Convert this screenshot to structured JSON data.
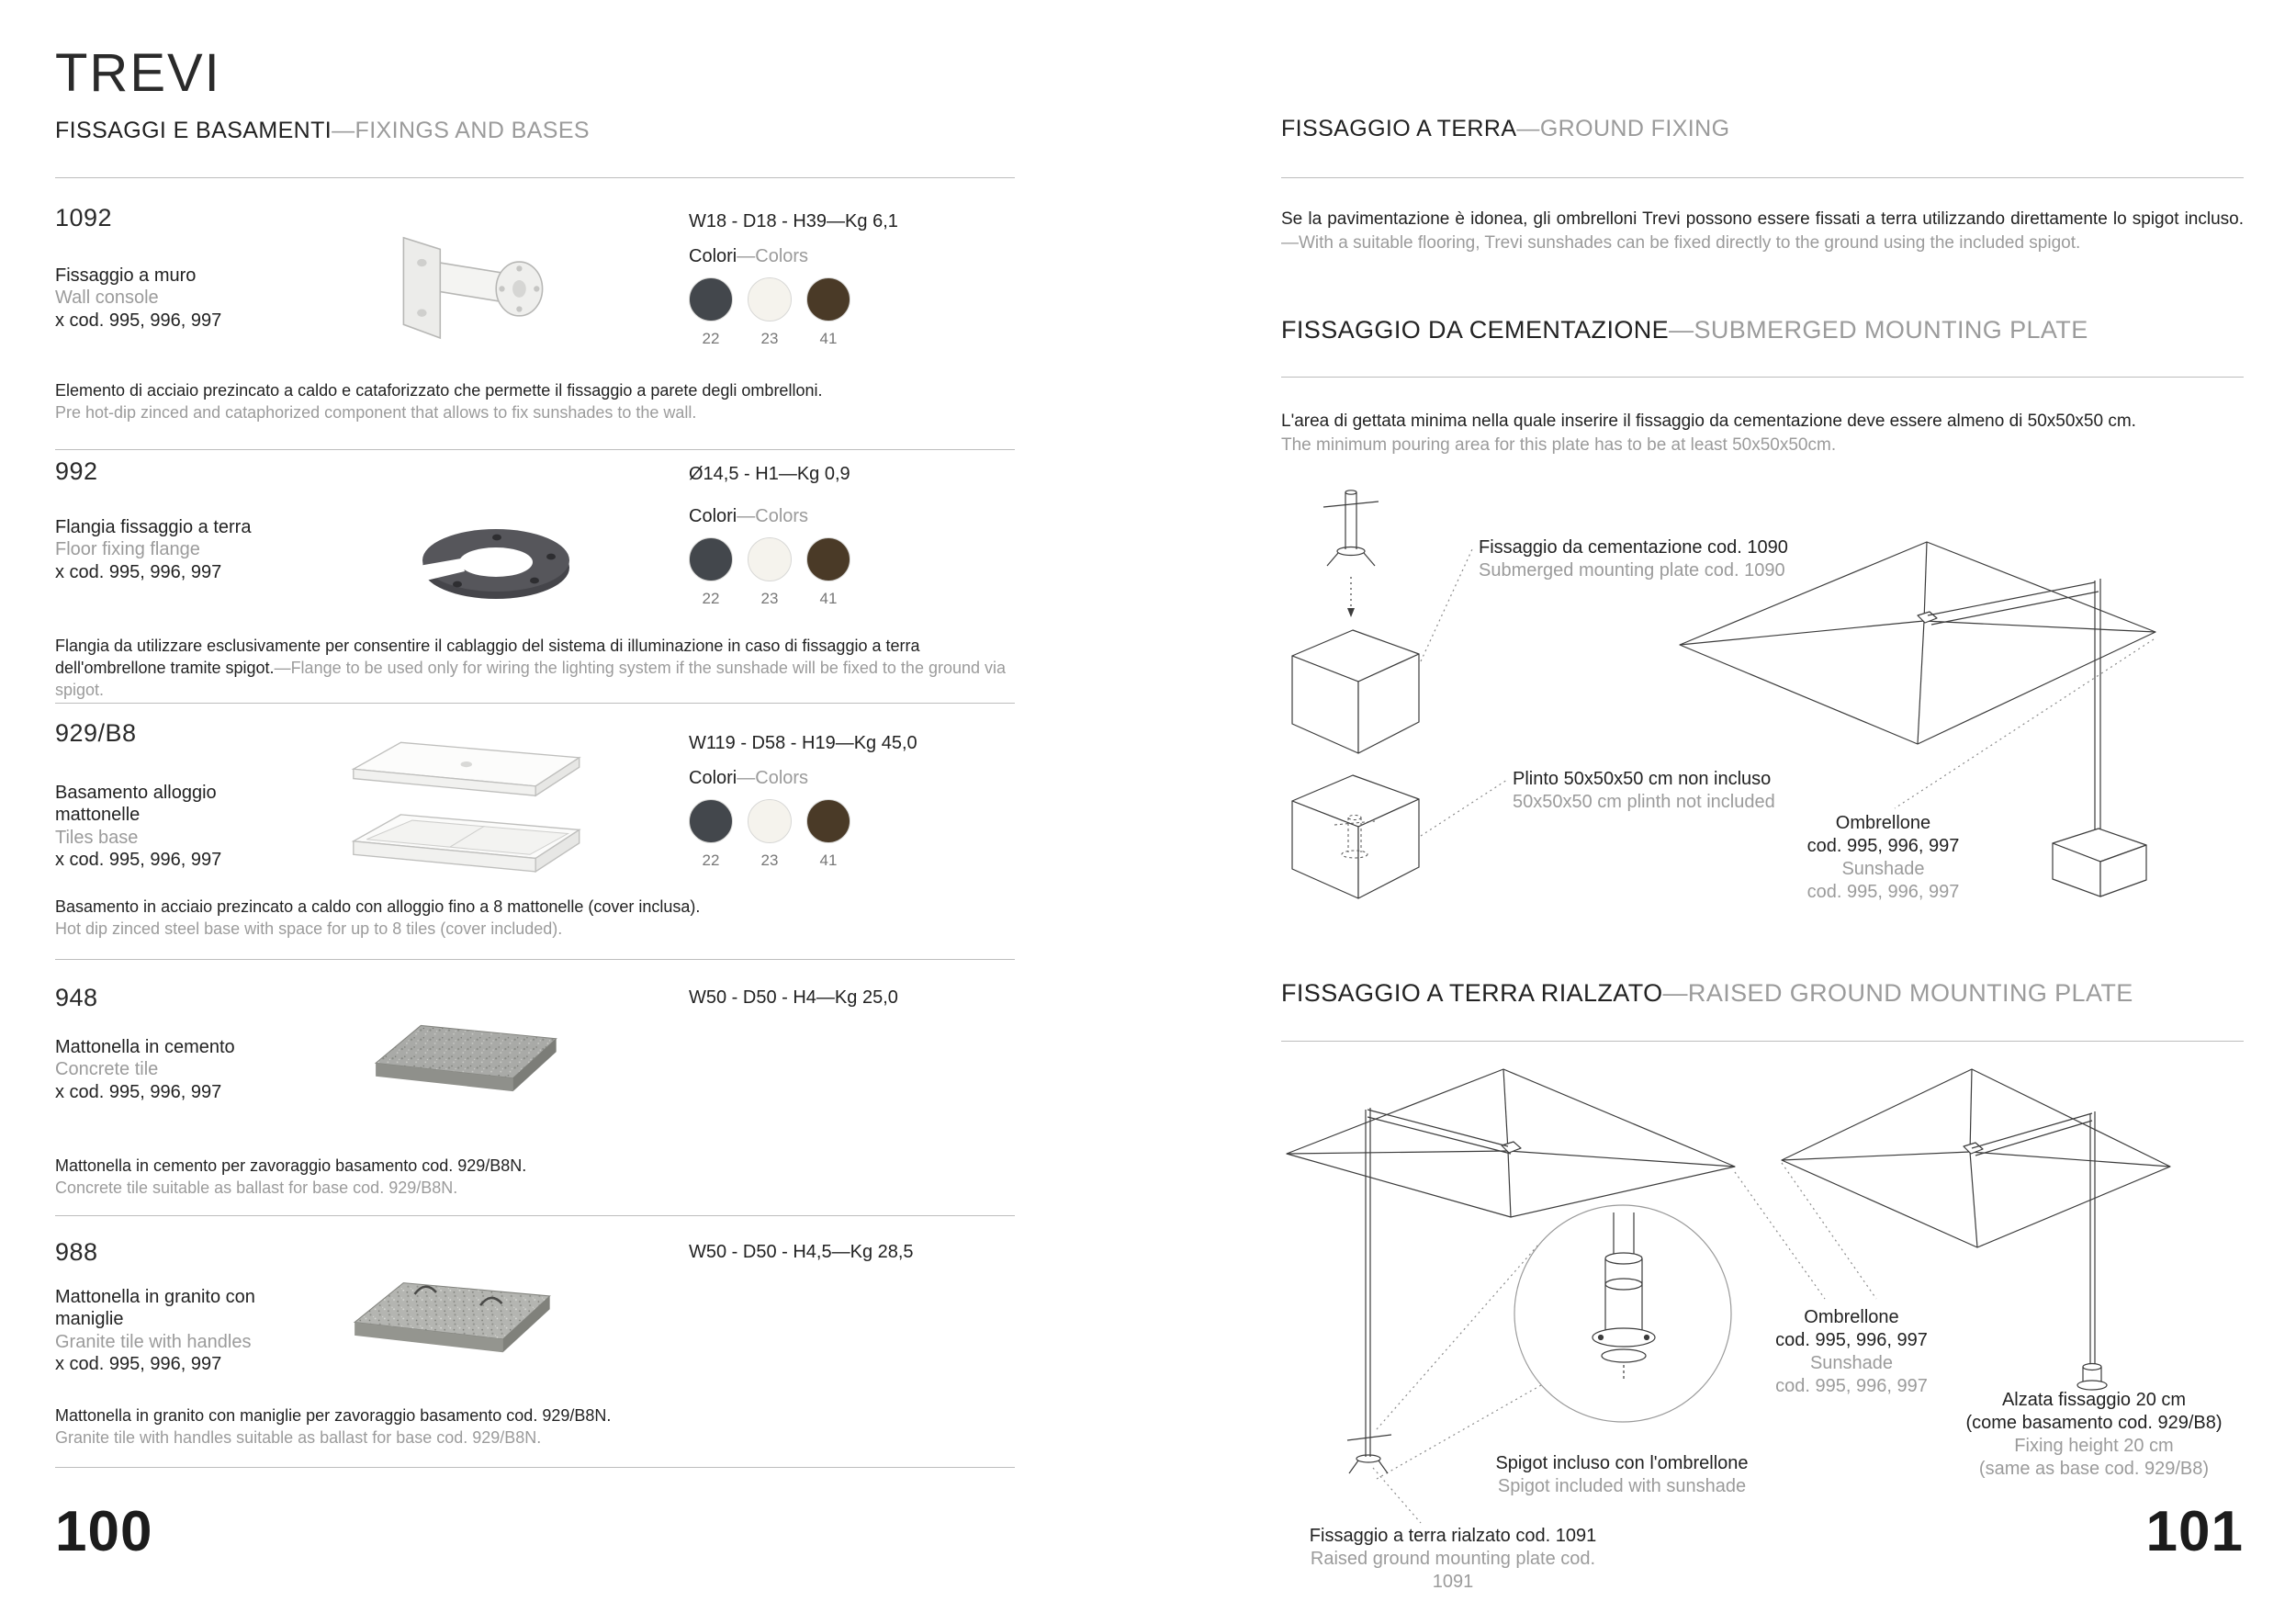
{
  "left": {
    "title": "TREVI",
    "subtitle": {
      "it": "FISSAGGI E BASAMENTI",
      "en": "—FIXINGS AND BASES"
    },
    "page_number": "100",
    "colors_label": {
      "it": "Colori",
      "en": "—Colors"
    },
    "swatches": [
      {
        "code": "22",
        "hex": "#43474c"
      },
      {
        "code": "23",
        "hex": "#f5f3ed"
      },
      {
        "code": "41",
        "hex": "#4a3a27"
      }
    ],
    "products": [
      {
        "code": "1092",
        "name_it": "Fissaggio a muro",
        "name_en": "Wall console",
        "compat": "x cod. 995, 996, 997",
        "dims": "W18 - D18 - H39—Kg 6,1",
        "desc_it": "Elemento di acciaio prezincato a caldo e cataforizzato che permette il fissaggio a parete degli ombrelloni.",
        "desc_en": "Pre hot-dip zinced and cataphorized component that allows to fix sunshades to the wall."
      },
      {
        "code": "992",
        "name_it": "Flangia fissaggio a terra",
        "name_en": "Floor fixing flange",
        "compat": "x cod. 995, 996, 997",
        "dims": "Ø14,5 - H1—Kg 0,9",
        "desc_it": "Flangia da utilizzare esclusivamente per consentire il cablaggio del sistema di illuminazione in caso di fissaggio a terra dell'ombrellone tramite spigot.",
        "desc_en": "—Flange to be used only for wiring the lighting system if the sunshade will be fixed to the ground via spigot."
      },
      {
        "code": "929/B8",
        "name_it": "Basamento alloggio mattonelle",
        "name_en": "Tiles base",
        "compat": "x cod. 995, 996, 997",
        "dims": "W119 - D58 - H19—Kg 45,0",
        "desc_it": "Basamento in acciaio prezincato a caldo con alloggio fino a 8 mattonelle (cover inclusa).",
        "desc_en": "Hot dip zinced steel base with space for up to 8 tiles (cover included)."
      },
      {
        "code": "948",
        "name_it": "Mattonella in cemento",
        "name_en": "Concrete tile",
        "compat": "x cod. 995, 996, 997",
        "dims": "W50 - D50 - H4—Kg 25,0",
        "desc_it": "Mattonella in cemento per zavoraggio basamento cod. 929/B8N.",
        "desc_en": "Concrete tile suitable as ballast for base cod. 929/B8N."
      },
      {
        "code": "988",
        "name_it": "Mattonella in granito con maniglie",
        "name_en": "Granite tile with handles",
        "compat": "x cod. 995, 996, 997",
        "dims": "W50 - D50 - H4,5—Kg 28,5",
        "desc_it": "Mattonella in granito con maniglie per zavoraggio basamento cod. 929/B8N.",
        "desc_en": "Granite tile with handles suitable as ballast for base cod. 929/B8N."
      }
    ]
  },
  "right": {
    "page_number": "101",
    "header": {
      "it": "FISSAGGIO A TERRA",
      "en": "—GROUND FIXING"
    },
    "intro_it": "Se la pavimentazione è idonea, gli ombrelloni Trevi possono essere fissati a terra utilizzando direttamente lo spigot incluso.",
    "intro_en": "—With a suitable flooring, Trevi sunshades can be fixed directly to the ground using the included spigot.",
    "cement": {
      "title_it": "FISSAGGIO DA CEMENTAZIONE",
      "title_en": "—SUBMERGED MOUNTING PLATE",
      "body_it": "L'area di gettata minima nella quale inserire il fissaggio da cementazione deve essere almeno di 50x50x50 cm.",
      "body_en": "The minimum pouring area for this plate has to be at least 50x50x50cm.",
      "labels": {
        "plate_it": "Fissaggio da cementazione cod. 1090",
        "plate_en": "Submerged mounting plate cod. 1090",
        "plinth_it": "Plinto 50x50x50 cm non incluso",
        "plinth_en": "50x50x50 cm plinth not included",
        "umbrella_it1": "Ombrellone",
        "umbrella_it2": "cod. 995, 996, 997",
        "umbrella_en1": "Sunshade",
        "umbrella_en2": "cod. 995, 996, 997"
      }
    },
    "raised": {
      "title_it": "FISSAGGIO A TERRA RIALZATO",
      "title_en": "—RAISED GROUND MOUNTING PLATE",
      "labels": {
        "umbrella_it1": "Ombrellone",
        "umbrella_it2": "cod. 995, 996, 997",
        "umbrella_en1": "Sunshade",
        "umbrella_en2": "cod. 995, 996, 997",
        "riser_it1": "Alzata fissaggio 20 cm",
        "riser_it2": "(come basamento cod. 929/B8)",
        "riser_en1": "Fixing height 20 cm",
        "riser_en2": "(same as base cod. 929/B8)",
        "spigot_it": "Spigot incluso con l'ombrellone",
        "spigot_en": "Spigot included with sunshade",
        "plate_it": "Fissaggio a terra rialzato cod. 1091",
        "plate_en": "Raised ground mounting plate cod. 1091"
      }
    }
  }
}
